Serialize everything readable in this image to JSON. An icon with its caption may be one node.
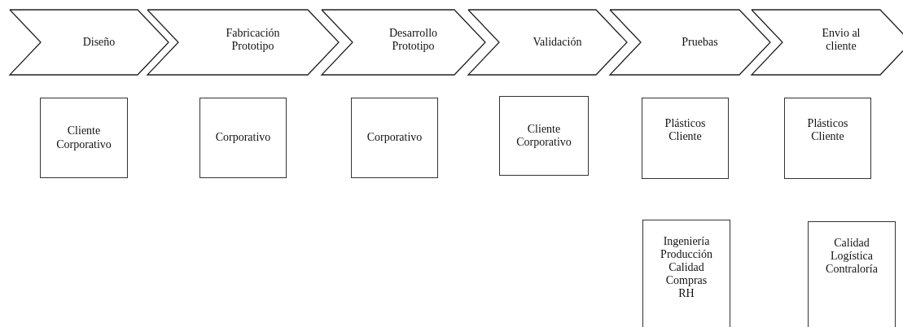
{
  "diagram": {
    "nodes": [
      {
        "text": [
          "Diseño"
        ]
      },
      {
        "text": [
          "Fabricación Prototipo"
        ]
      },
      {
        "text": [
          "Desarrollo Prototipo"
        ]
      },
      {
        "text": [
          "Validación"
        ]
      },
      {
        "text": [
          "Pruebas"
        ]
      },
      {
        "text": [
          "Envio al cliente"
        ]
      },
      {
        "text": [
          "Cliente Corporativo"
        ]
      },
      {
        "text": [
          "Corporativo"
        ]
      },
      {
        "text": [
          "Corporativo"
        ]
      },
      {
        "text": [
          "Cliente Corporativo"
        ]
      },
      {
        "text": [
          "Plásticos Cliente"
        ]
      },
      {
        "text": [
          "Plásticos Cliente"
        ]
      },
      {
        "text": [
          "Ingeniería Producción Calidad Compras RH"
        ]
      },
      {
        "text": [
          "Calidad Logística Contraloría"
        ]
      }
    ]
  }
}
